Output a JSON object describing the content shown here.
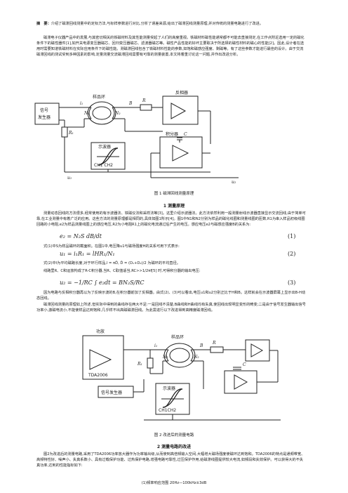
{
  "abstract": {
    "label": "摘　要：",
    "text": "介绍了磁滞回线测量中的定标方法,与标样参数进行对比,分析了误差来源,给出了磁滞回线测量原理,并对传统的测量电路进行了改进。"
  },
  "intro": [
    "磁滞电子仪器产品中的发展,与其密切相关的铁磁材料及其性能测量受起了人们的高度重视。铁磁材料磁性能通常都不可能去直接测定,在工作点附近选用一定的磁化条件下的磁性器件[1],如开关电源变压器磁芯、回归变压器磁芯、滤波器磁芯等。磁性产品性能的好坏主要取决于所选择的磁性材料的磁心的性能[2]。因此,设计者在选用时需要知道铁磁材料在实际应用条件下的磁性能。测磁滞回线包含了铁磁材料性能的参数,如饱和磁感应强度、剩磁等。有了这些参数才能进行最佳的设计。由于交流磁滞回线的测试受到多种因素的影响,定量测量交流磁滞回线需要有可靠的测量装置,本文将着重讨论这一问题,并作出改进分析。"
  ],
  "fig1": {
    "caption": "图 1 磁滞回线测量原理",
    "labels": {
      "signal_gen_1": "信号",
      "signal_gen_2": "发生器",
      "sample_ring": "样品环",
      "feedback_amp": "反相器",
      "integrator": "积分器",
      "scope_1": "示波器",
      "scope_2": "CH1 CH2"
    }
  },
  "section1": {
    "heading": "1 测量原理",
    "p1": "测量动态回线的方法很多,经常使用的有示波器法、铁磁仪法和采样法等[3]。这里介绍示波器法。此方法依然利用一般测量射线示波器直接显示交流回线,由于简单可靠,在工业测量中有着广泛的应用。这些方法的测量原理都是相同的,具体如图1所示[4]。图1中N1和N2分别为样品的磁化线圈和测量线圈的匝数,R1为串入样品初级线圈回路的小电阻,e2为样品测量线圈上的感应电压,R2为小电阻R1上的磁化电流通过后产生的电压。感应电压e2与磁感应强度B的关系为:",
    "eq1": "e₂ = N₂S dB/dt",
    "eq1_num": "(1)",
    "p2": "式(1)中S为样品磁环的截面积。在图1中,电压降u1与磁场强度H的关系可用下式表示:",
    "eq2": "u₁ = i₁R₁ = lHR₁/N₁",
    "eq2_num": "(2)",
    "p3": "式(2)中l为平均磁路长度,对于环行样品,l = πD̄, D̄ = (D₁+D₂)/2 为磁环的平均直径。",
    "p4": "线路里R、C和运放构成了R-C积分器,当R、C取值适当,RC>>1/2πf[5] 时,可得积分器的输出电压:",
    "eq3": "u₂ = −1/RC ∫ e₂dt = BN₂S/RC",
    "eq3_num": "(3)",
    "p5": "因为电路与反相积分器再以为了反映示波的B,在积分器前加了反相器。由式(2)、(3)可以看出,电压u1和u2分别正比于H和B。这样就会在示波器屏幕上显示出B-H动态回线。",
    "p6": "磁滞回线测量的原理如上所述,但实际中得到的曲线存在两大不足:一是回线不清楚,B曲线和H曲线均有失真,使回线出现明显变形的畸变;二是由于信号发生器输出信号功率小,激磁电流小,不能使样品达到饱和,几乎样不出高磁磁滞回线。为此需进行以下改进得到高精度磁滞回线。"
  },
  "fig2": {
    "caption": "图 2 改进后的测量电路",
    "labels": {
      "amp": "功放",
      "chip": "TDA2006",
      "sig_gen": "信号发生器",
      "sample_ring": "样品环",
      "scope_1": "示波器",
      "scope_2": "CH1CH2"
    }
  },
  "section2": {
    "heading": "2 测量电路的改进",
    "p1": "图2为改进后的测量电路,采用了TDA2006功率放大器作为功率输出级,从而使到高倍频输入空间,大幅增大磁场强度使磁环达到饱和。TDA2006的特点是通频带宽、高频特性好、噪声小、失真系数小、具有过载保护功能、过热保护电路,增强电路可靠性,过压保护作用,给磁滞线圈提供较大电流,如频段和失效保护。可以获得大的不失真功率,达到的性能指标如下:",
    "p2": "(1)频率响应范围 20Hz—100kHz±3dB"
  }
}
